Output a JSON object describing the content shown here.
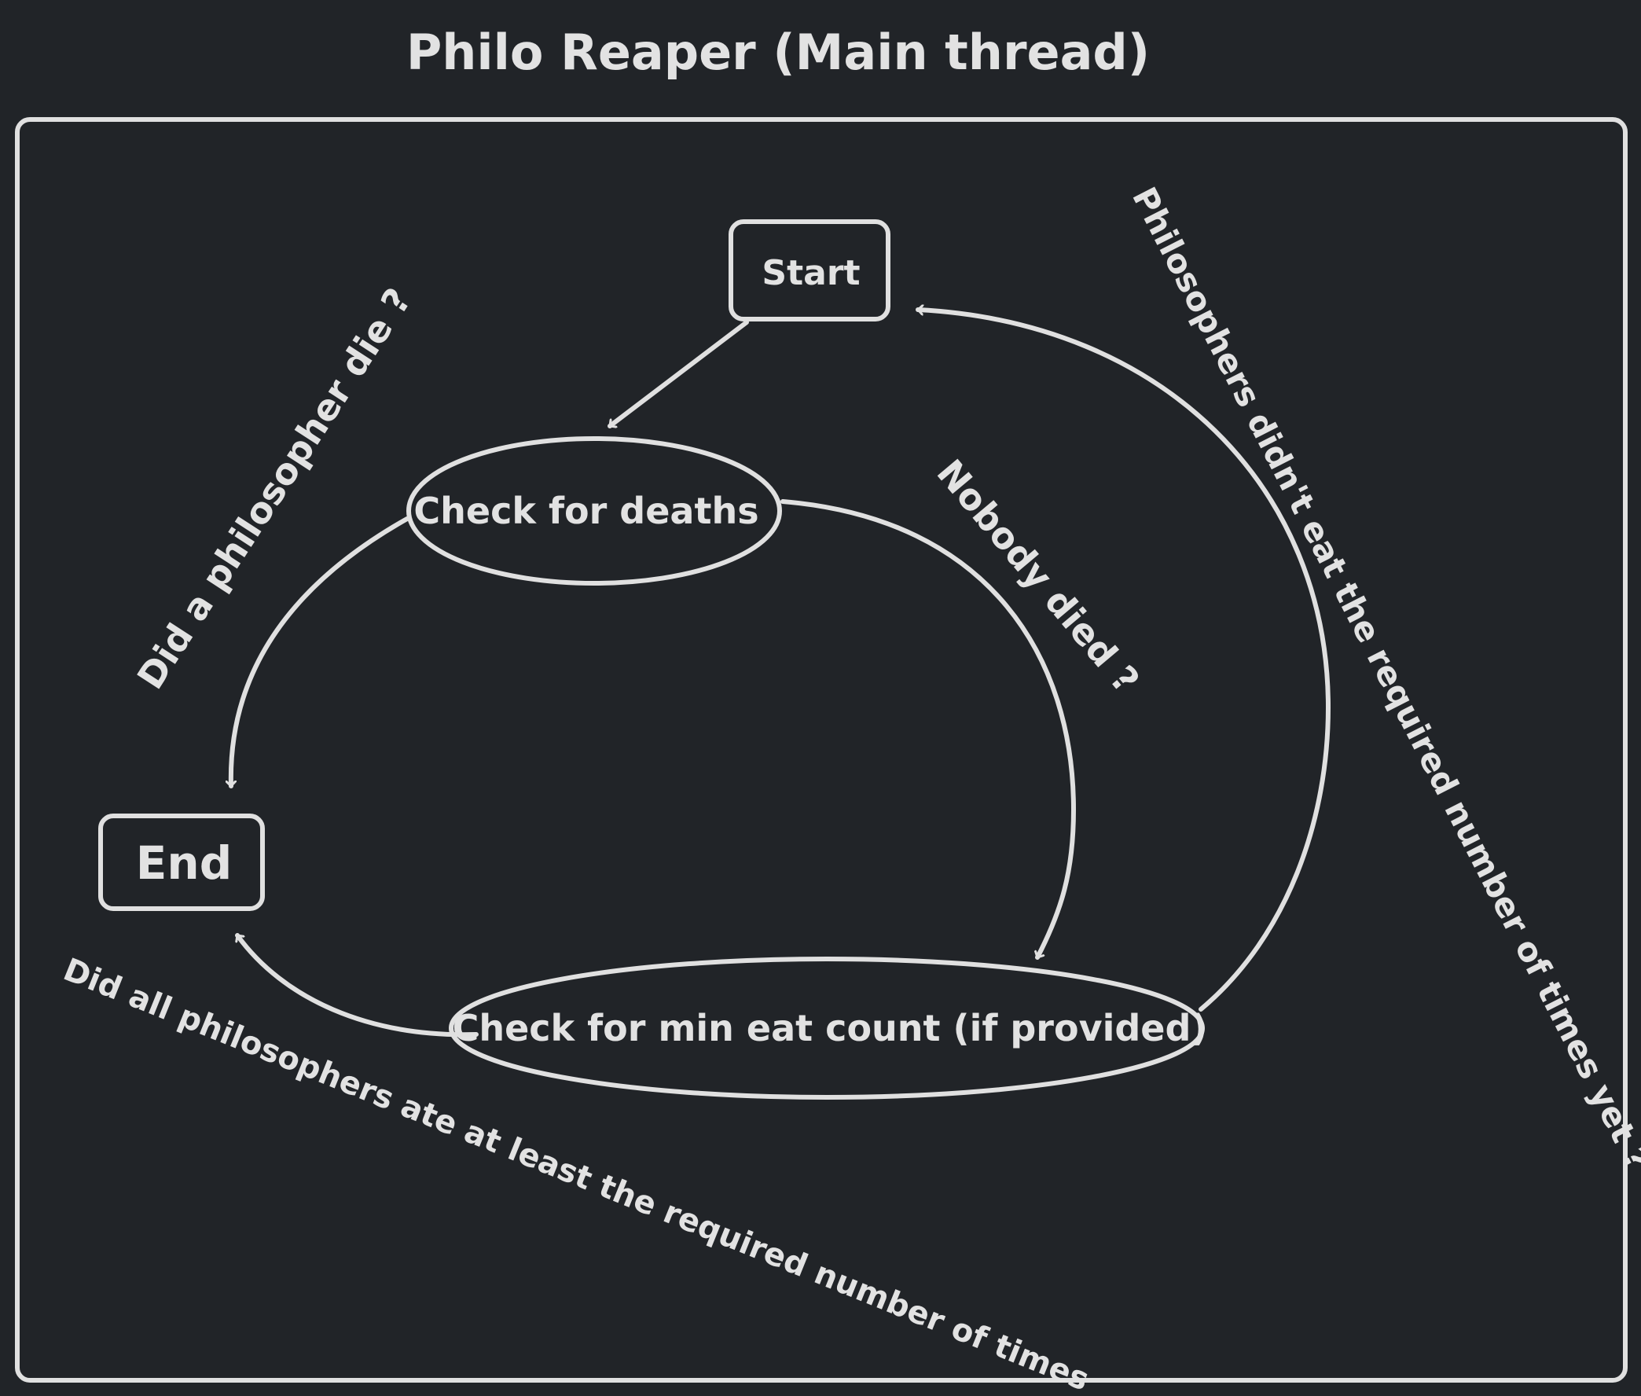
{
  "title": "Philo Reaper (Main thread)",
  "nodes": {
    "start": "Start",
    "check_deaths": "Check for deaths",
    "check_eat": "Check for min eat count (if provided)",
    "end": "End"
  },
  "edges": {
    "died": "Did a philosopher die ?",
    "nobody_died": "Nobody died ?",
    "not_eaten": "Philosophers didn't eat the required number of times yet ?",
    "all_ate": "Did all philosophers ate at least the required number of times"
  },
  "colors": {
    "background": "#212428",
    "stroke": "#e0e0e0",
    "text": "#e2e2e2"
  }
}
